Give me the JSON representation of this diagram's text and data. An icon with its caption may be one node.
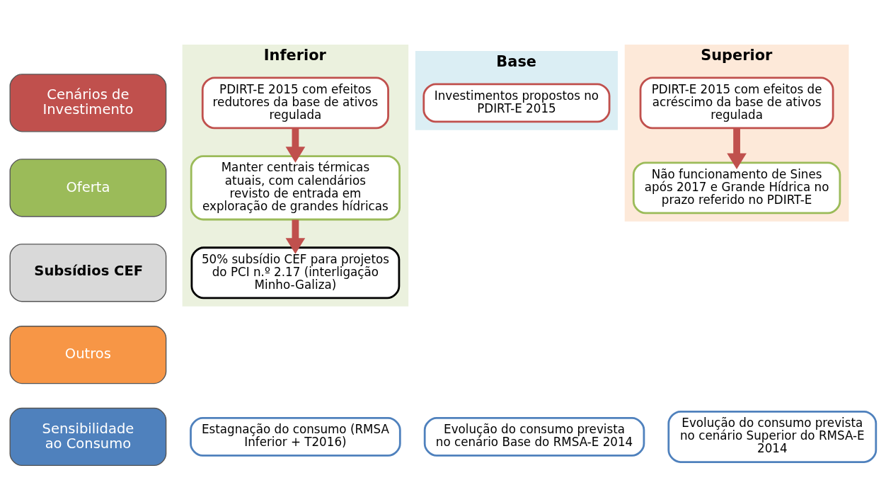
{
  "diagram": {
    "nodes": [
      {
        "text": [
          "Inferior"
        ]
      },
      {
        "text": [
          "Base"
        ]
      },
      {
        "text": [
          "Superior"
        ]
      },
      {
        "text": [
          "Cenários de Investimento"
        ]
      },
      {
        "text": [
          "Oferta"
        ]
      },
      {
        "text": [
          "Subsídios CEF"
        ]
      },
      {
        "text": [
          "Outros"
        ]
      },
      {
        "text": [
          "Sensibilidade ao Consumo"
        ]
      },
      {
        "text": [
          "PDIRT-E 2015 com efeitos redutores da base de ativos regulada"
        ],
        "in": 0
      },
      {
        "text": [
          "Manter centrais térmicas atuais, com calendários revisto de entrada em exploração de grandes hídricas"
        ],
        "in": 0
      },
      {
        "text": [
          "50% subsídio CEF para projetos do PCI n.º 2.17 (interligação Minho-Galiza)"
        ],
        "in": 0
      },
      {
        "text": [
          "Investimentos propostos no PDIRT-E 2015"
        ],
        "in": 1
      },
      {
        "text": [
          "PDIRT-E 2015 com efeitos de acréscimo da base de ativos regulada"
        ],
        "in": 2
      },
      {
        "text": [
          "Não funcionamento de Sines após 2017 e Grande Hídrica no prazo referido no PDIRT-E"
        ],
        "in": 2
      },
      {
        "text": [
          "Estagnação do consumo (RMSA Inferior + T2016)"
        ]
      },
      {
        "text": [
          "Evolução do consumo prevista no cenário Base do RMSA-E 2014"
        ]
      },
      {
        "text": [
          "Evolução do consumo prevista no cenário Superior do RMSA-E 2014"
        ]
      }
    ],
    "edges": [
      {
        "from": 8,
        "to": 9,
        "arrow": "to"
      },
      {
        "from": 9,
        "to": 10,
        "arrow": "to"
      },
      {
        "from": 12,
        "to": 13,
        "arrow": "to"
      }
    ]
  }
}
